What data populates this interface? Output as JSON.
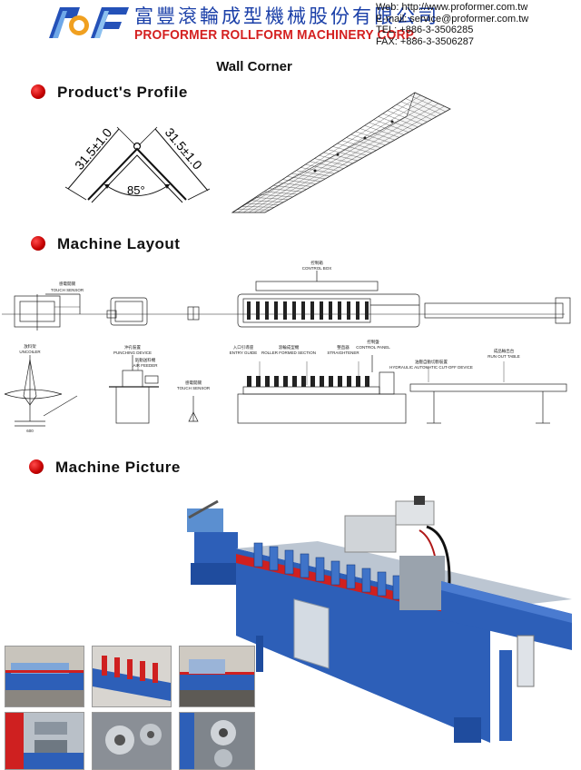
{
  "header": {
    "company_cn": "富豐滾輪成型機械股份有限公司",
    "company_en": "PROFORMER ROLLFORM MACHINERY CORP.",
    "web": "Web: http://www.proformer.com.tw",
    "email": "E-mail: service@proformer.com.tw",
    "tel": "TEL: +886-3-3506285",
    "fax": "FAX: +886-3-3506287"
  },
  "title": "Wall Corner",
  "sections": {
    "profile": "Product's Profile",
    "layout": "Machine Layout",
    "picture": "Machine Picture"
  },
  "profile_drawing": {
    "left_dim": "31.5±1.0",
    "right_dim": "31.5±1.0",
    "angle": "85°"
  },
  "layout_labels": {
    "touch_sensor_top_cn": "感電開關",
    "touch_sensor_top": "TOUCH SENSOR",
    "control_box_cn": "控制箱",
    "control_box": "CONTROL BOX",
    "uncoiler_cn": "放料架",
    "uncoiler": "UNCOILER",
    "punching_cn": "沖孔裝置",
    "punching": "PUNCHING DEVICE",
    "air_feeder_cn": "氣動送料機",
    "air_feeder": "AIR FEEDER",
    "touch_sensor_cn": "感電開關",
    "touch_sensor": "TOUCH SENSOR",
    "entry_guide_cn": "入口引導座",
    "entry_guide": "ENTRY GUIDE",
    "roller_section_cn": "滾輪成型機",
    "roller_section": "ROLLER FORMED SECTION",
    "straightener_cn": "整直器",
    "straightener": "STRAIGHTENER",
    "control_panel_cn": "控制盤",
    "control_panel": "CONTROL PANEL",
    "cutoff_cn": "油壓自動切斷裝置",
    "cutoff": "HYDRAULIC AUTOMATIC CUT-OFF DEVICE",
    "runout_cn": "成品輸出台",
    "runout": "RUN OUT TABLE",
    "dim_note": "600"
  },
  "colors": {
    "brand_blue": "#1a3fa8",
    "brand_red": "#d42020",
    "machine_blue": "#2d5fb8"
  }
}
